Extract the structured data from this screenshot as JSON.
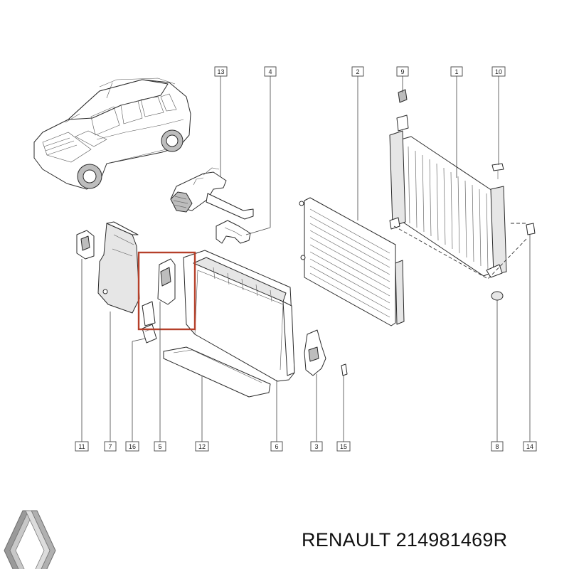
{
  "caption": "RENAULT 214981469R",
  "callouts": [
    {
      "id": "c13",
      "label": "13"
    },
    {
      "id": "c4",
      "label": "4"
    },
    {
      "id": "c2",
      "label": "2"
    },
    {
      "id": "c9",
      "label": "9"
    },
    {
      "id": "c1",
      "label": "1"
    },
    {
      "id": "c10",
      "label": "10"
    },
    {
      "id": "c11",
      "label": "11"
    },
    {
      "id": "c7",
      "label": "7"
    },
    {
      "id": "c16",
      "label": "16"
    },
    {
      "id": "c5",
      "label": "5"
    },
    {
      "id": "c12",
      "label": "12"
    },
    {
      "id": "c6",
      "label": "6"
    },
    {
      "id": "c3",
      "label": "3"
    },
    {
      "id": "c15",
      "label": "15"
    },
    {
      "id": "c8",
      "label": "8"
    },
    {
      "id": "c14",
      "label": "14"
    }
  ],
  "highlight_color": "#b5402a",
  "logo": "renault-logo-icon"
}
